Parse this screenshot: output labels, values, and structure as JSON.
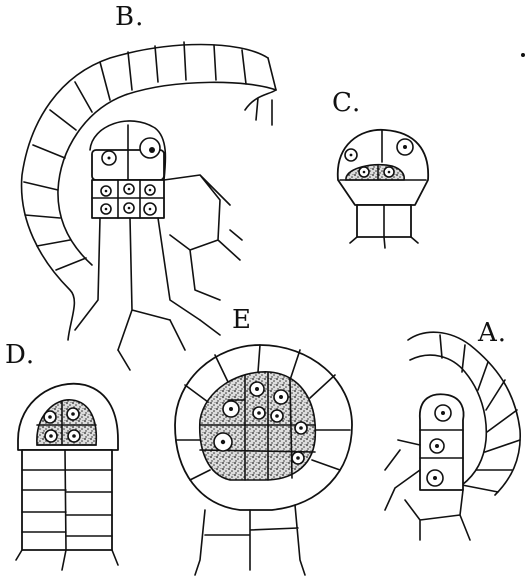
{
  "figure": {
    "panels": [
      {
        "id": "B",
        "label": "B."
      },
      {
        "id": "C",
        "label": "C."
      },
      {
        "id": "D",
        "label": "D."
      },
      {
        "id": "E",
        "label": "E"
      },
      {
        "id": "A",
        "label": "A."
      }
    ]
  }
}
